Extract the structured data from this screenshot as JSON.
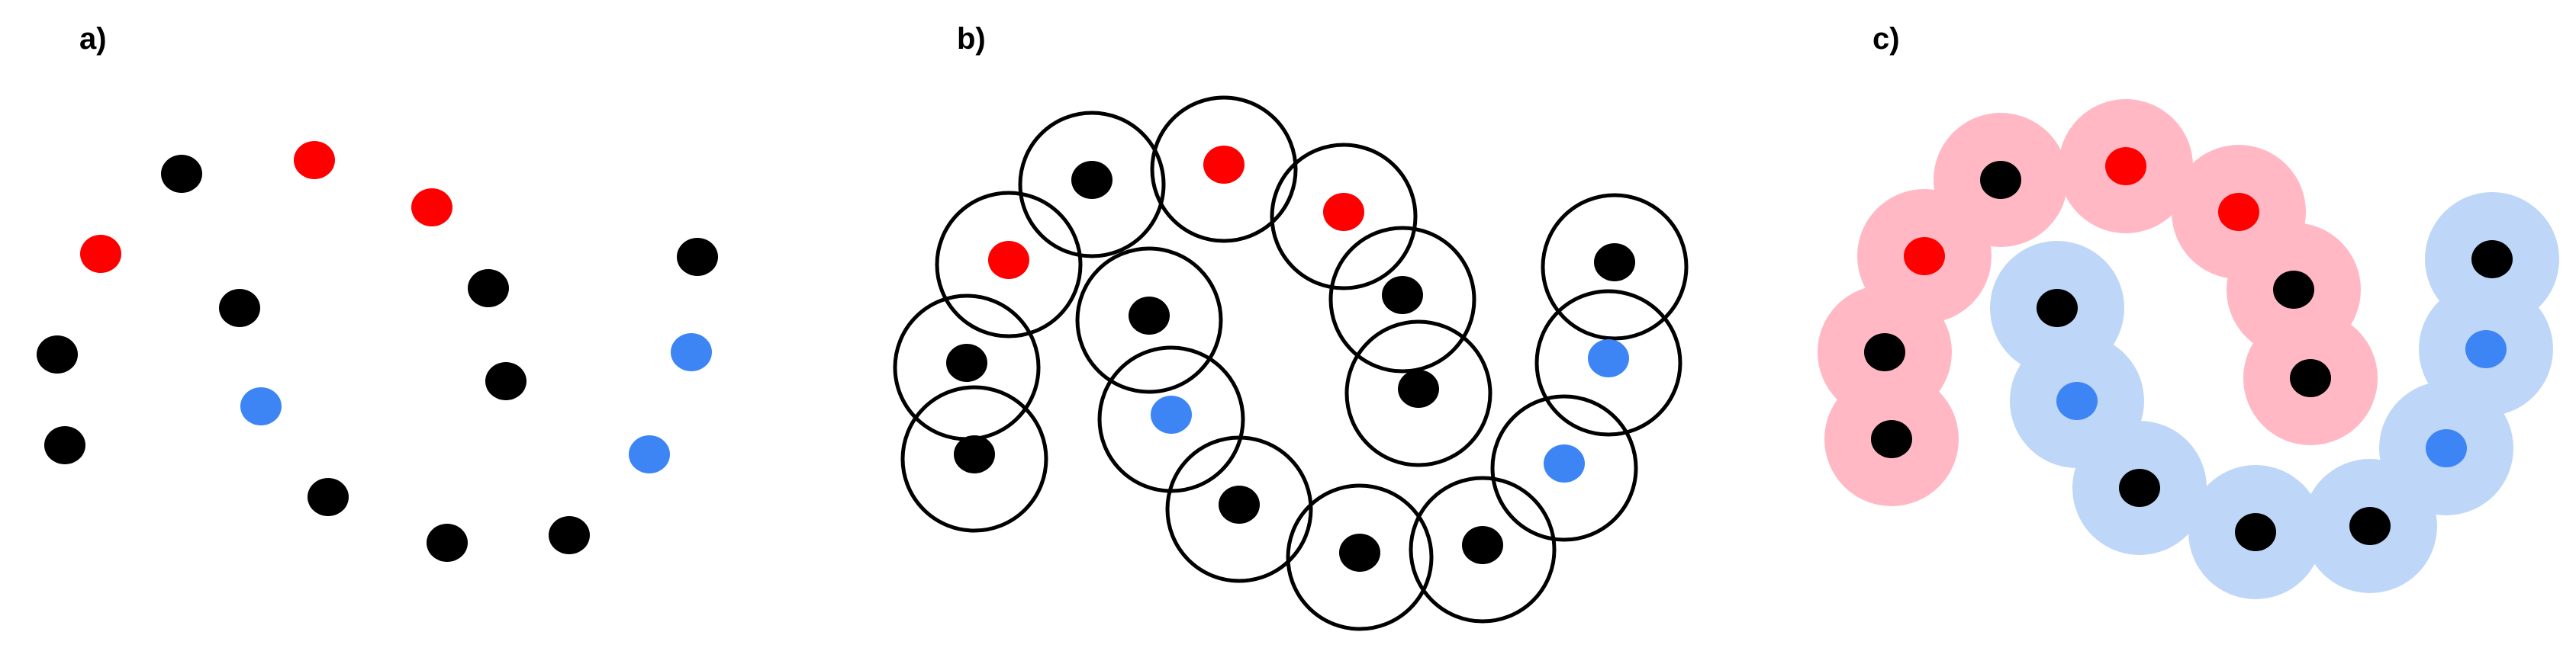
{
  "colors": {
    "black": "#000000",
    "red": "#ff0000",
    "blue": "#3d85f5",
    "pink_region": "#ffb8c4",
    "blue_region": "#bed6f7",
    "circle_stroke": "#000000"
  },
  "panels": [
    {
      "id": "a",
      "label": "a)"
    },
    {
      "id": "b",
      "label": "b)"
    },
    {
      "id": "c",
      "label": "c)"
    }
  ]
}
